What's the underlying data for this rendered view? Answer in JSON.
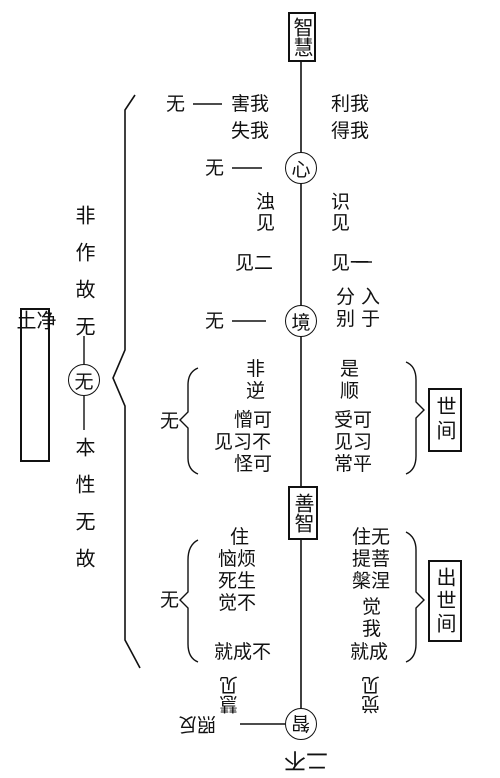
{
  "top_box": "智慧",
  "left": {
    "jingtu_box": "净土",
    "wu_circle": "无",
    "upper_vertical": "非作故无",
    "lower_vertical": "本性无故"
  },
  "rows": {
    "r1": {
      "wu": "无",
      "left_1": "害我",
      "left_2": "失我",
      "right_1": "利我",
      "right_2": "得我"
    },
    "xin": {
      "wu": "无",
      "circle": "心"
    },
    "r2": {
      "left_1": "浊",
      "left_2": "见",
      "right_1": "识",
      "right_2": "见"
    },
    "r3": {
      "left": "见二",
      "right": "见一"
    },
    "jing": {
      "wu": "无",
      "circle": "境",
      "right_1": "分入",
      "right_2": "别于"
    },
    "r4": {
      "wu": "无",
      "left_1": "非",
      "left_2": "逆",
      "right_1": "是",
      "right_2": "顺",
      "left_3": "憎可",
      "left_4": "见习不",
      "left_5": "怪可",
      "right_3": "受可",
      "right_4": "见习",
      "right_5": "常平"
    },
    "shijian_box": "世间",
    "shanzhi_box": "善智",
    "r5": {
      "wu": "无",
      "left_1": "住",
      "left_2": "恼烦",
      "left_3": "死生",
      "left_4": "觉不",
      "right_1": "住无",
      "right_2": "提菩",
      "right_3": "槃涅",
      "right_4": "觉",
      "right_5": "我",
      "left_6": "就成不",
      "right_6": "就成"
    },
    "chushijian_box": "出世间",
    "bottom": {
      "left_flip": "慧见",
      "right_flip": "觉见",
      "circle": "智",
      "zhaofan": "照反",
      "erbu": "二不"
    }
  }
}
